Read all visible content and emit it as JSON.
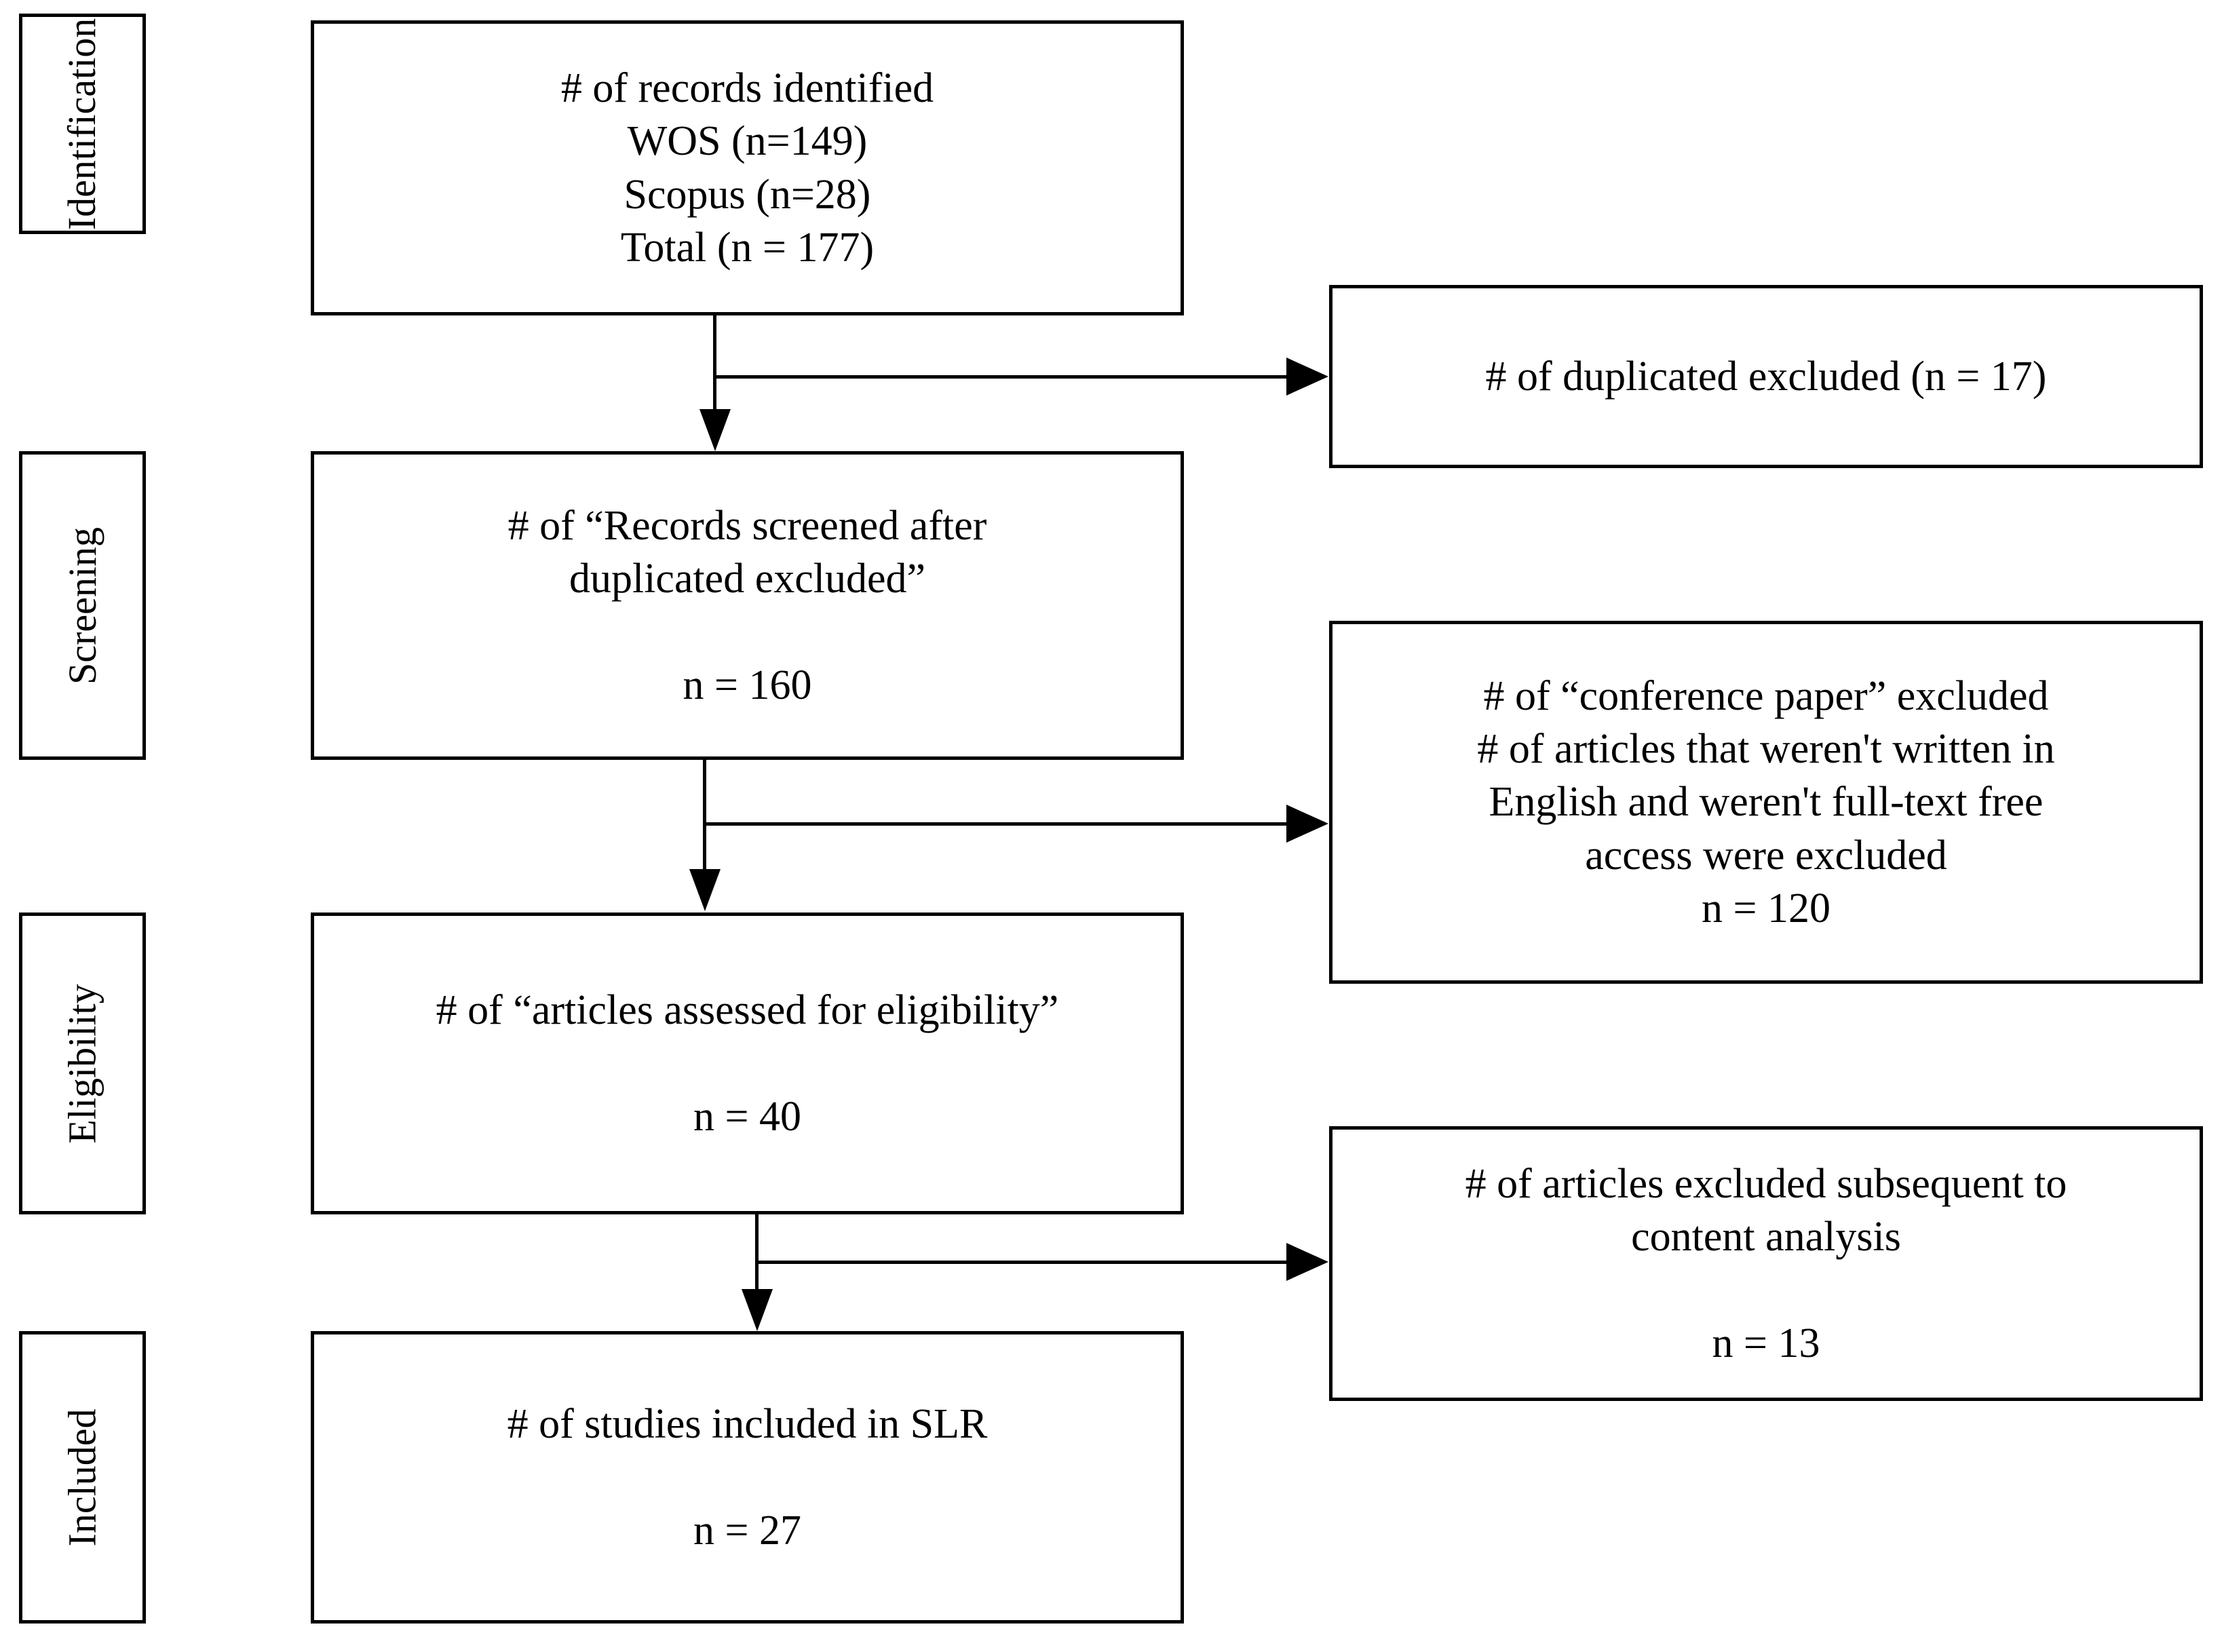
{
  "diagram": {
    "type": "prisma-flow-diagram",
    "stage_labels": [
      {
        "id": "identification",
        "label": "Identification"
      },
      {
        "id": "screening",
        "label": "Screening"
      },
      {
        "id": "eligibility",
        "label": "Eligibility"
      },
      {
        "id": "included",
        "label": "Included"
      }
    ],
    "main_boxes": [
      {
        "id": "records-identified",
        "stage": "identification",
        "text": "# of records identified\nWOS (n=149)\nScopus (n=28)\nTotal (n = 177)"
      },
      {
        "id": "records-screened",
        "stage": "screening",
        "text": "# of “Records screened after\nduplicated excluded”\n\nn = 160"
      },
      {
        "id": "articles-assessed",
        "stage": "eligibility",
        "text": "# of “articles assessed for eligibility”\n\nn = 40"
      },
      {
        "id": "studies-included",
        "stage": "included",
        "text": "# of studies included in SLR\n\nn = 27"
      }
    ],
    "side_boxes": [
      {
        "id": "duplicates-excluded",
        "text": "# of duplicated excluded (n = 17)"
      },
      {
        "id": "conference-paper-excluded",
        "text": "# of “conference paper” excluded\n# of articles that weren't written in\nEnglish and weren't full-text free\naccess were excluded\nn = 120"
      },
      {
        "id": "content-analysis-excluded",
        "text": "# of articles excluded subsequent to\ncontent analysis\n\nn = 13"
      }
    ],
    "counts": {
      "wos": 149,
      "scopus": 28,
      "total_identified": 177,
      "duplicates_excluded": 17,
      "screened": 160,
      "screening_excluded": 120,
      "assessed_eligibility": 40,
      "content_analysis_excluded": 13,
      "included_in_slr": 27
    },
    "colors": {
      "stroke": "#000000",
      "background": "#ffffff",
      "text": "#000000"
    }
  }
}
